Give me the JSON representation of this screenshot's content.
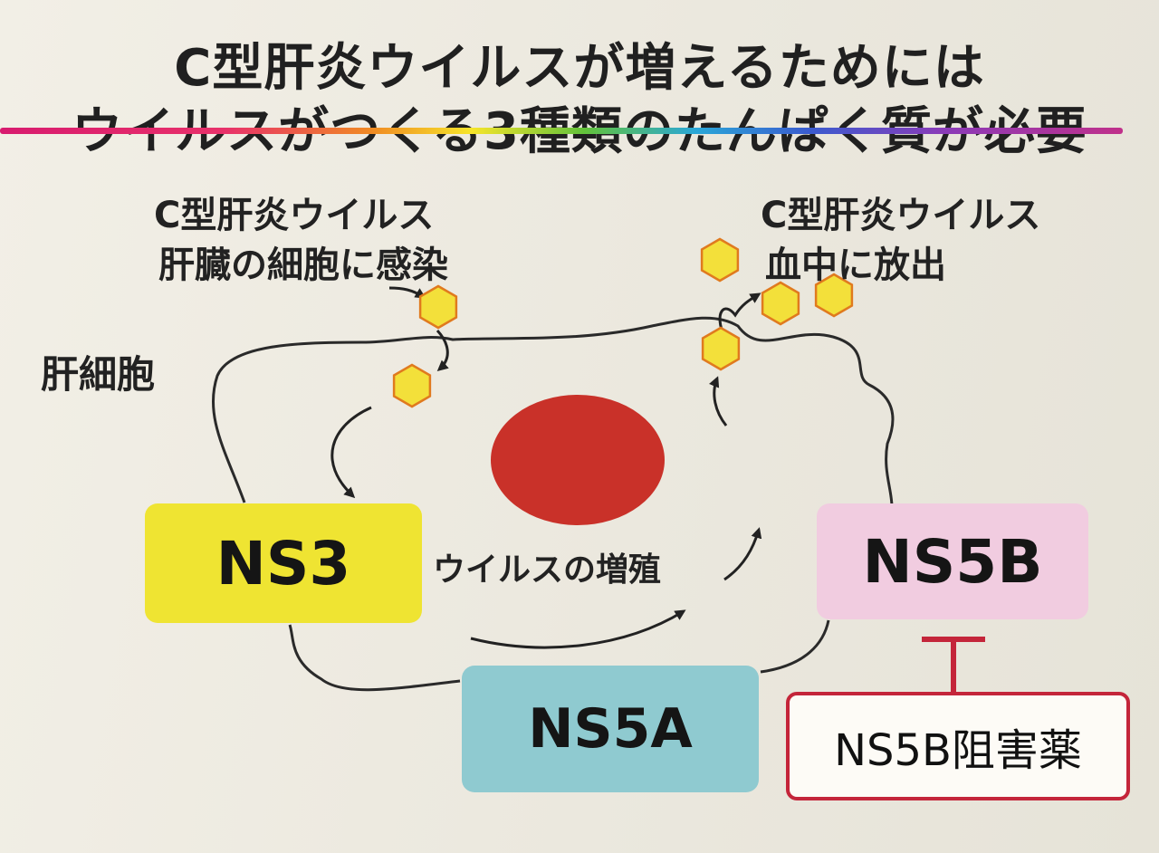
{
  "title": {
    "line1": "C型肝炎ウイルスが増えるためには",
    "line2": "ウイルスがつくる3種類のたんぱく質が必要"
  },
  "infection": {
    "line1": "C型肝炎ウイルス",
    "line2": "肝臓の細胞に感染"
  },
  "release": {
    "line1": "C型肝炎ウイルス",
    "line2": "血中に放出"
  },
  "cell_label": "肝細胞",
  "replication_label": "ウイルスの増殖",
  "proteins": {
    "ns3": "NS3",
    "ns5a": "NS5A",
    "ns5b": "NS5B"
  },
  "inhibitor_label": "NS5B阻害薬",
  "colors": {
    "ns3": "#efe432",
    "ns5a": "#8fcad0",
    "ns5b": "#f1cce0",
    "nucleus": "#c93129",
    "virus_fill": "#f3e03a",
    "virus_stroke": "#e07a1e",
    "inhibition": "#c4253a"
  }
}
